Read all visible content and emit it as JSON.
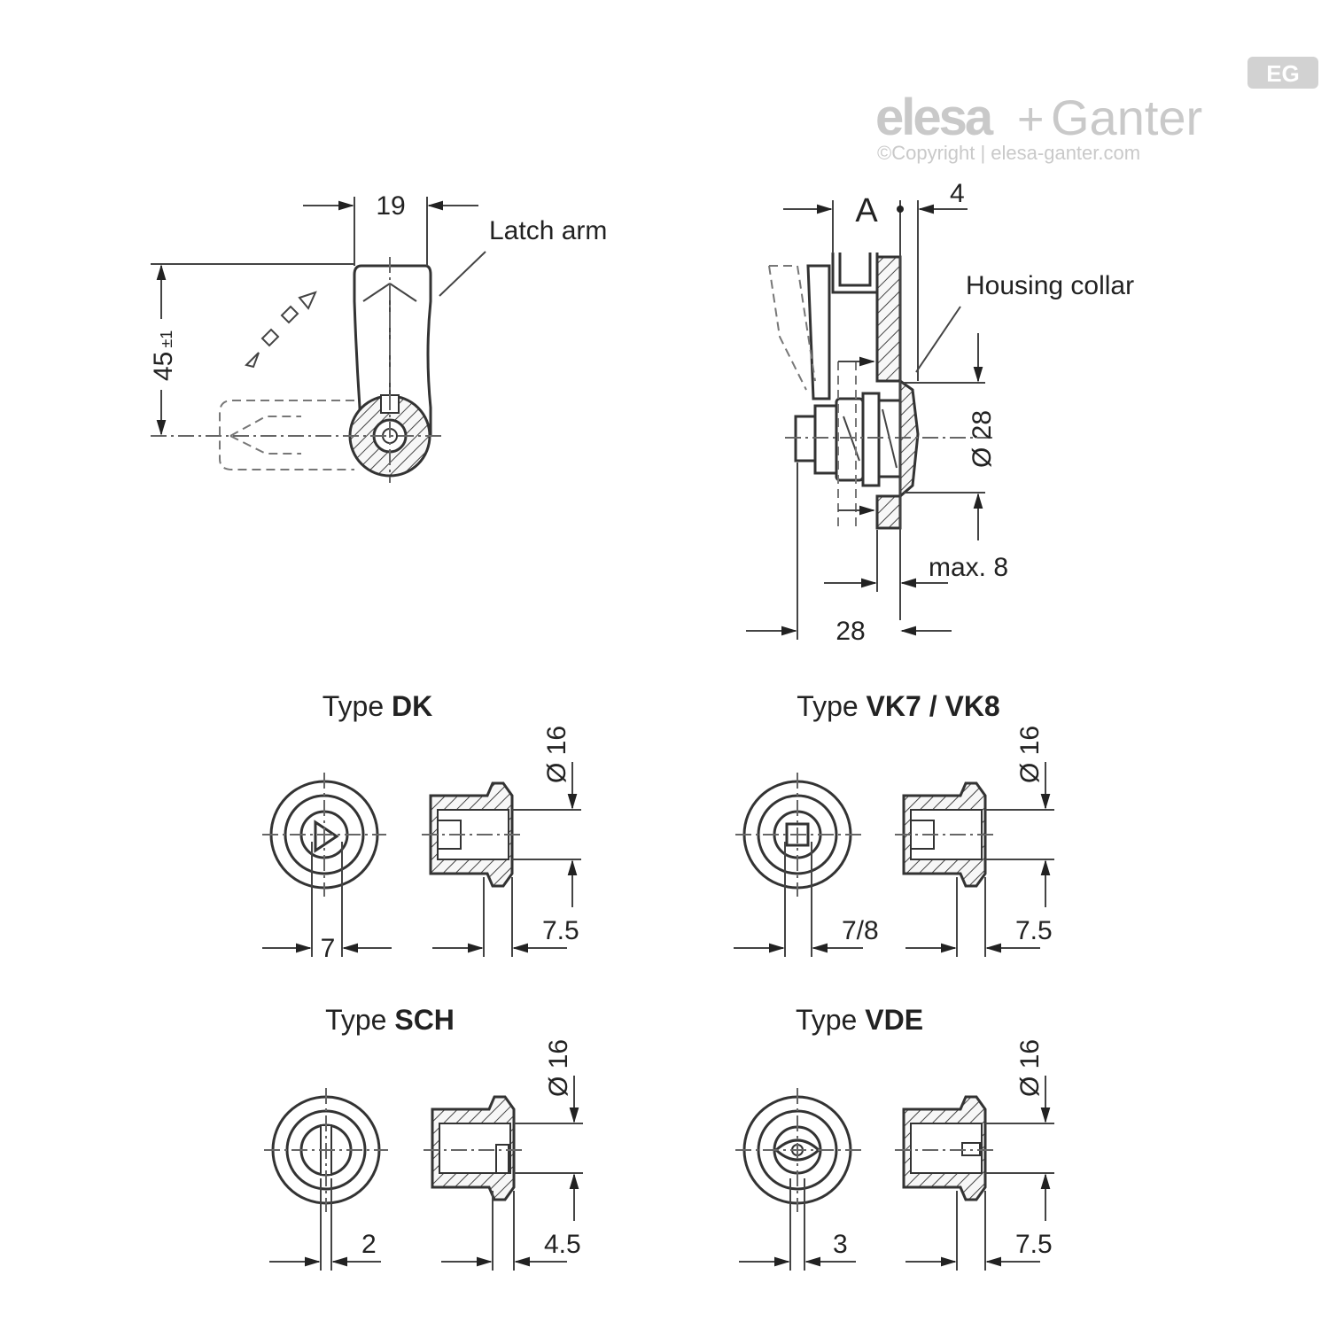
{
  "logo": {
    "brand_a": "elesa",
    "plus": "+",
    "brand_b": "Ganter",
    "badge": "EG",
    "copyright": "©Copyright | elesa-ganter.com"
  },
  "views": {
    "front": {
      "callout": "Latch arm",
      "dim_width": "19",
      "dim_height_value": "45",
      "dim_height_tol": "±1"
    },
    "side": {
      "view_label": "A",
      "callout": "Housing collar",
      "dim_top": "4",
      "dim_diameter": "Ø 28",
      "dim_panel": "max. 8",
      "dim_length": "28"
    }
  },
  "types": [
    {
      "prefix": "Type ",
      "code": "DK",
      "dim_diameter": "Ø 16",
      "dim_insert": "7",
      "dim_depth": "7.5"
    },
    {
      "prefix": "Type ",
      "code": "VK7 / VK8",
      "dim_diameter": "Ø 16",
      "dim_insert": "7/8",
      "dim_depth": "7.5"
    },
    {
      "prefix": "Type ",
      "code": "SCH",
      "dim_diameter": "Ø 16",
      "dim_insert": "2",
      "dim_depth": "4.5"
    },
    {
      "prefix": "Type ",
      "code": "VDE",
      "dim_diameter": "Ø 16",
      "dim_insert": "3",
      "dim_depth": "7.5"
    }
  ]
}
